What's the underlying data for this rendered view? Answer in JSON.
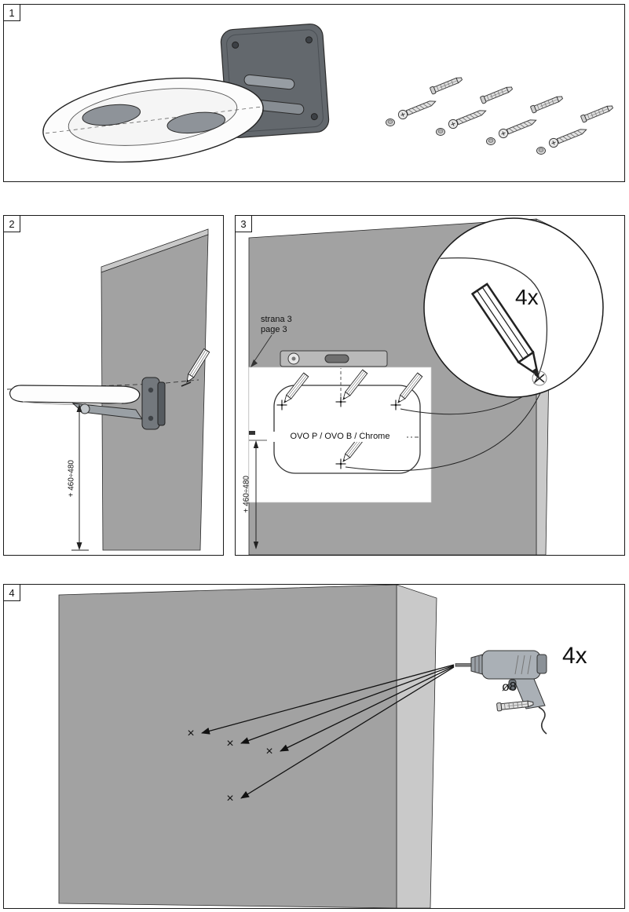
{
  "panels": [
    {
      "label": "1"
    },
    {
      "label": "2",
      "dimension_label": "+ 460÷480"
    },
    {
      "label": "3",
      "note": {
        "line1": "strana 3",
        "line2": "page 3"
      },
      "template_label": "OVO P / OVO B / Chrome",
      "magnifier_count": "4x",
      "dimension_label": "+ 460÷480"
    },
    {
      "label": "4",
      "repeat_count": "4x",
      "hole_diameter": "ø8",
      "marks": [
        "×",
        "×",
        "×",
        "×"
      ]
    }
  ]
}
